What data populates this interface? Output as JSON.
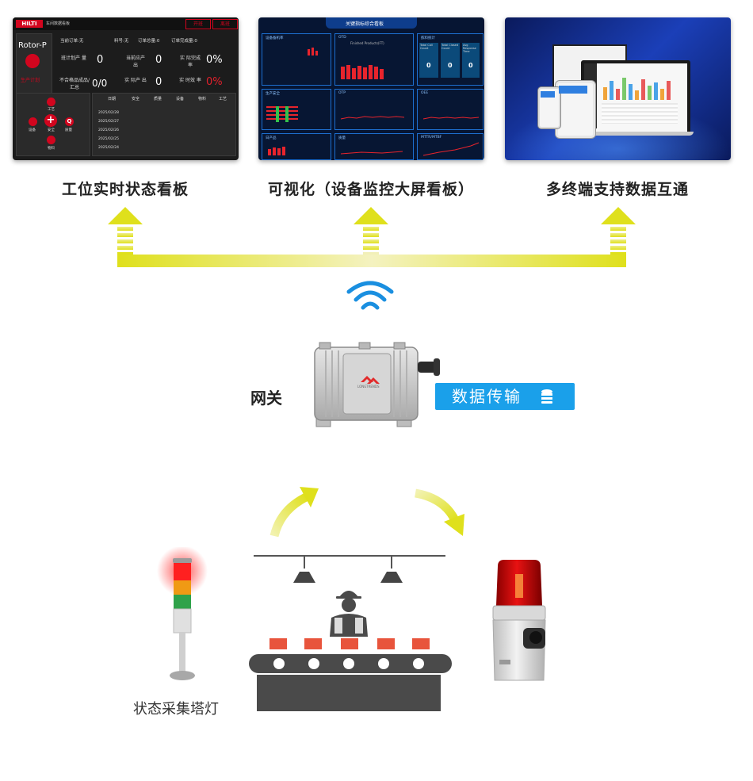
{
  "captions": {
    "left": "工位实时状态看板",
    "middle": "可视化（设备监控大屏看板）",
    "right": "多终端支持数据互通"
  },
  "gateway": {
    "label": "网关",
    "transfer_label": "数据传输",
    "device_brand": "LONGTRENDS"
  },
  "tower_light": {
    "label": "状态采集塔灯"
  },
  "colors": {
    "arrow_yellow": "#dfe01c",
    "wifi_blue": "#1a8fe0",
    "pill_blue": "#1aa0ea",
    "hilti_red": "#d2051e",
    "dashboard_navy": "#061533"
  },
  "station_board": {
    "logo": "HILTI",
    "header_title": "车间数据看板",
    "header_btn_1": "开班",
    "header_btn_2": "离班",
    "product": "Rotor-P",
    "plan_label": "生产计划",
    "current_order": "当前订单:无",
    "material_no": "料号:无",
    "order_total": "订单总量:0",
    "order_done": "订单完成量:0",
    "shift_plan_label": "班计划产 量",
    "shift_plan_value": "0",
    "current_output_label": "当前应产 出",
    "current_output_value": "0",
    "actual_rate_label": "实 际完成率",
    "actual_rate_value": "0%",
    "defect_label": "不合格品成品/汇总",
    "defect_value": "0/0",
    "actual_output_label": "实 际产 出",
    "actual_output_value": "0",
    "efficiency_label": "实 时效 率",
    "efficiency_value": "0%",
    "icon_labels": {
      "process": "工艺",
      "equipment": "设备",
      "safety": "安全",
      "quality": "质量",
      "material": "物料"
    },
    "table_headers": [
      "日期",
      "安全",
      "质量",
      "设备",
      "物料",
      "工艺"
    ],
    "table_dates": [
      "2025/02/28",
      "2025/02/27",
      "2025/02/26",
      "2025/02/25",
      "2025/02/24"
    ]
  },
  "kpi_board": {
    "title": "关键指标综合看板",
    "panels": {
      "equipment": "设备备机率",
      "otd": "OTD",
      "shipping": "拣料统计",
      "safety": "生产安全",
      "otp": "OTP",
      "oee": "OEE",
      "daily": "日产品",
      "quality": "质量",
      "mtbf": "MTTR/MTBF"
    },
    "otd_subtitle": "Finished Products(FT)",
    "kpi_cells": [
      {
        "label": "Total Call Count",
        "value": "0"
      },
      {
        "label": "Total Closed Count",
        "value": "0"
      },
      {
        "label": "Avg Response Time",
        "value": "0"
      }
    ]
  }
}
